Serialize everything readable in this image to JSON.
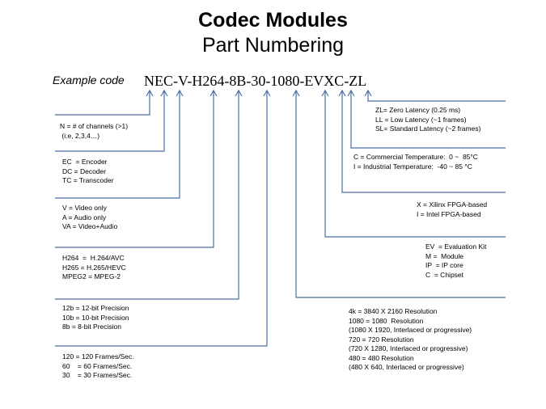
{
  "title": "Codec Modules",
  "subtitle": "Part Numbering",
  "example_label": "Example code",
  "example_code": "NEC-V-H264-8B-30-1080-EVXC-ZL",
  "colors": {
    "line": "#4a6fa5",
    "arrow": "#4a6fa5"
  },
  "left_boxes": [
    {
      "lines": [
        "N = # of channels (>1)",
        " (i.e, 2,3,4…)"
      ]
    },
    {
      "lines": [
        "EC  = Encoder",
        "DC = Decoder",
        "TC = Transcoder"
      ]
    },
    {
      "lines": [
        "V = Video only",
        "A = Audio only",
        "VA = Video+Audio"
      ]
    },
    {
      "lines": [
        "H264  =  H.264/AVC",
        "H265 = H.265/HEVC",
        "MPEG2 = MPEG-2"
      ]
    },
    {
      "lines": [
        "12b = 12-bit Precision",
        "10b = 10-bit Precision",
        "8b = 8-bit Precision"
      ]
    },
    {
      "lines": [
        "120 = 120 Frames/Sec.",
        "60    = 60 Frames/Sec.",
        "30    = 30 Frames/Sec."
      ]
    }
  ],
  "right_boxes": [
    {
      "lines": [
        "ZL= Zero Latency (0.25 ms)",
        "LL = Low Latency (~1 frames)",
        "SL= Standard Latency (~2 frames)"
      ]
    },
    {
      "lines": [
        "C = Commercial Temperature:  0 ~  85°C",
        "I = Industrial Temperature:  -40 ~ 85 °C"
      ]
    },
    {
      "lines": [
        "X = Xilinx FPGA-based",
        "I = Intel FPGA-based"
      ]
    },
    {
      "lines": [
        "EV  = Evaluation Kit",
        "M =  Module",
        "IP  = IP core",
        "C  = Chipset"
      ]
    },
    {
      "lines": [
        "4k = 3840 X 2160 Resolution",
        "1080 = 1080  Resolution",
        "(1080 X 1920, Interlaced or progressive)",
        "720 = 720 Resolution",
        "(720 X 1280, Interlaced or progressive)",
        "480 = 480 Resolution",
        "(480 X 640, Interlaced or progressive)"
      ]
    }
  ]
}
